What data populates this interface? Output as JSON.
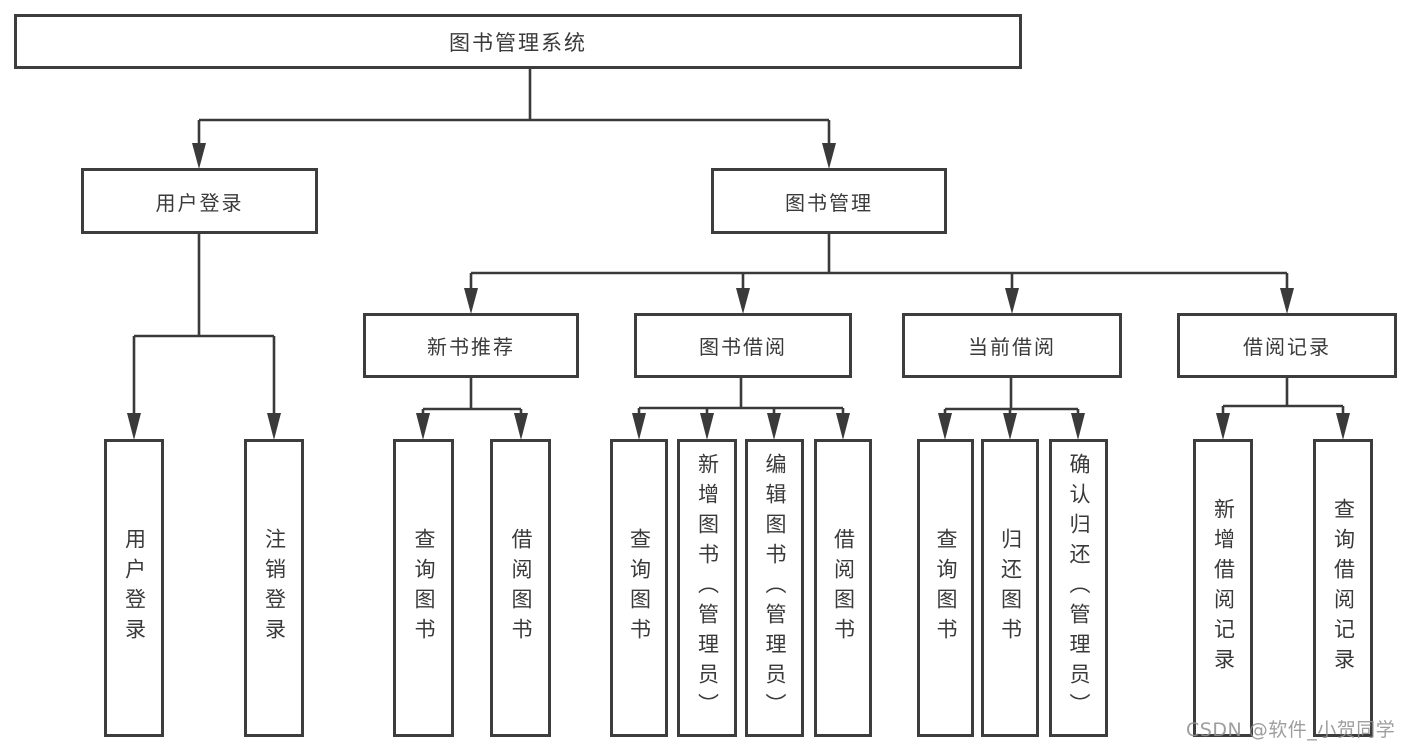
{
  "diagram": {
    "title_node": "图书管理系统",
    "nodes": {
      "root": "图书管理系统",
      "user_login": "用户登录",
      "book_mgmt": "图书管理",
      "new_book_rec": "新书推荐",
      "book_borrow": "图书借阅",
      "current_borrow": "当前借阅",
      "borrow_records": "借阅记录",
      "leaf_user_login": "用户登录",
      "leaf_logout": "注销登录",
      "leaf_query_books_rec": "查询图书",
      "leaf_borrow_books_rec": "借阅图书",
      "leaf_query_books_borrow": "查询图书",
      "leaf_add_book_admin": "新增图书（管理员）",
      "leaf_edit_book_admin": "编辑图书（管理员）",
      "leaf_borrow_books_borrow": "借阅图书",
      "leaf_query_books_current": "查询图书",
      "leaf_return_books": "归还图书",
      "leaf_confirm_return_admin": "确认归还（管理员）",
      "leaf_add_borrow_record": "新增借阅记录",
      "leaf_query_borrow_record": "查询借阅记录"
    },
    "colors": {
      "line": "#3a3a3a",
      "border": "#3d3d3d",
      "text": "#3a3a3a",
      "watermark_gray": "#919191"
    }
  },
  "watermark": "CSDN @软件_小贺同学"
}
